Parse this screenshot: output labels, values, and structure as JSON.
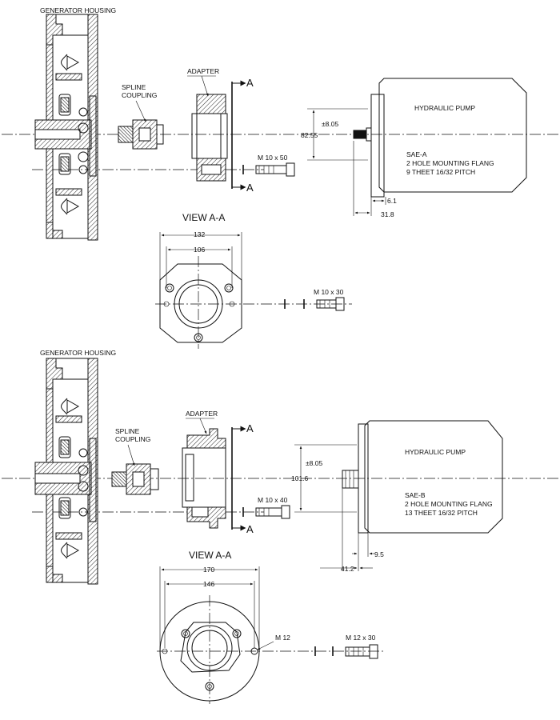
{
  "assembly_1": {
    "generator_housing": "GENERATOR HOUSING",
    "spline_coupling_1": "SPLINE",
    "spline_coupling_2": "COUPLING",
    "adapter": "ADAPTER",
    "section_mark": "A",
    "pump": "HYDRAULIC PUMP",
    "pump_spec_1": "SAE-A",
    "pump_spec_2": "2 HOLE MOUNTING FLANG",
    "pump_spec_3": "9 THEET 16/32 PITCH",
    "bolt": "M 10 x 50",
    "tol": "±8.05",
    "dim_pilot": "82.55",
    "dim_61": "6.1",
    "dim_318": "31.8",
    "view": "VIEW A-A",
    "dim_132": "132",
    "dim_106": "106",
    "view_bolt": "M 10 x 30"
  },
  "assembly_2": {
    "generator_housing": "GENERATOR HOUSING",
    "spline_coupling_1": "SPLINE",
    "spline_coupling_2": "COUPLING",
    "adapter": "ADAPTER",
    "section_mark": "A",
    "pump": "HYDRAULIC PUMP",
    "pump_spec_1": "SAE-B",
    "pump_spec_2": "2 HOLE MOUNTING FLANG",
    "pump_spec_3": "13 THEET 16/32 PITCH",
    "bolt": "M 10 x 40",
    "tol": "±8.05",
    "dim_pilot": "101.6",
    "dim_95": "9.5",
    "dim_412": "41.2",
    "view": "VIEW A-A",
    "dim_170": "170",
    "dim_146": "146",
    "thread": "M 12",
    "view_bolt": "M 12 x 30"
  }
}
